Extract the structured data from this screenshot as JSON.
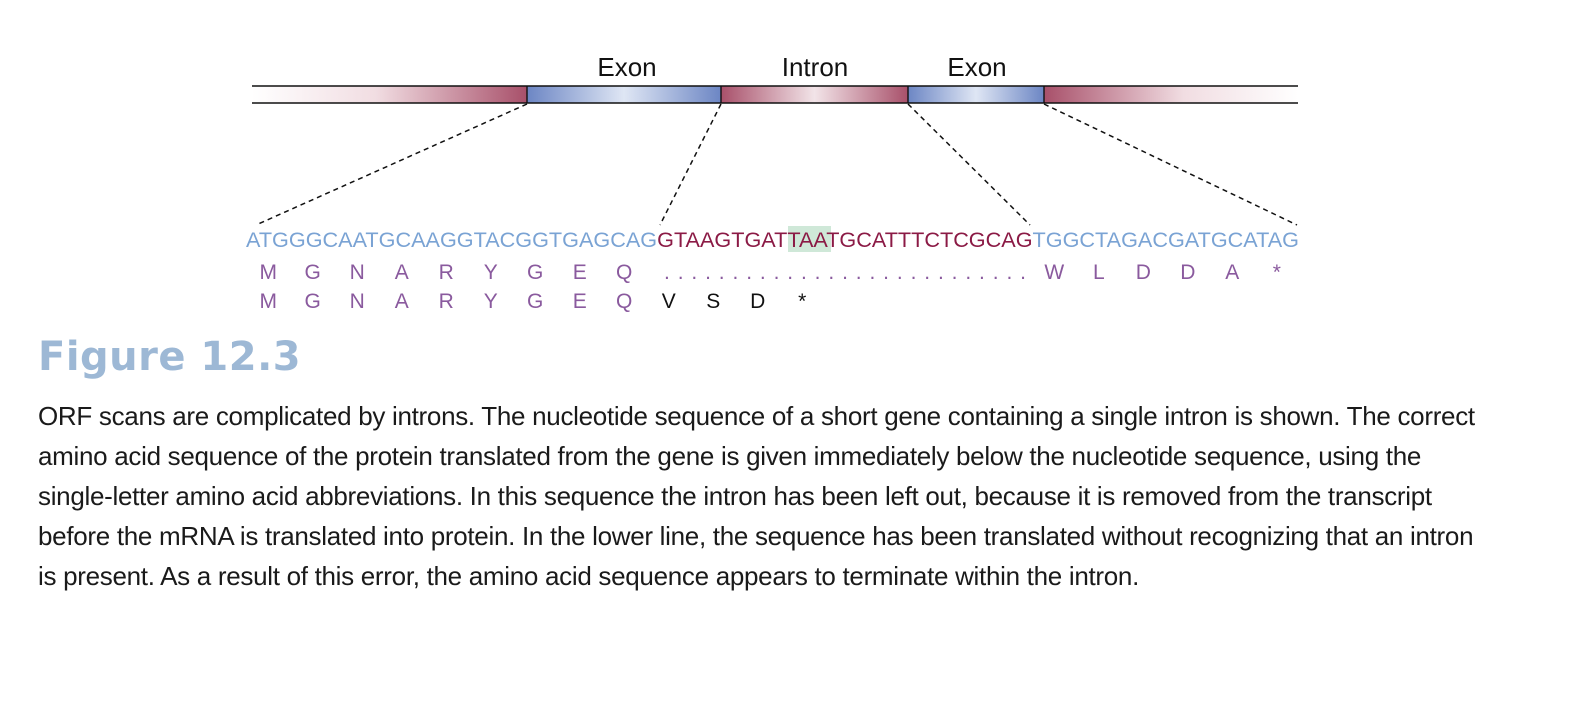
{
  "figure": {
    "gene_map": {
      "region_labels": [
        "Exon",
        "Intron",
        "Exon"
      ]
    },
    "sequence": {
      "exon1": "ATGGGCAATGCAAGGTACGGTGAGCAG",
      "intron_before_stop": "GTAAGTGAT",
      "stop_codon": "TAA",
      "intron_after_stop": "TGCATTTCTCGCAG",
      "exon2": "TGGCTAGACGATGCATAG"
    },
    "translations": {
      "correct_exon1": [
        "M",
        "G",
        "N",
        "A",
        "R",
        "Y",
        "G",
        "E",
        "Q"
      ],
      "intron_gap": "...........................",
      "correct_exon2": [
        "W",
        "L",
        "D",
        "D",
        "A",
        "*"
      ],
      "uncorrected_exon1": [
        "M",
        "G",
        "N",
        "A",
        "R",
        "Y",
        "G",
        "E",
        "Q"
      ],
      "uncorrected_intron": [
        "V",
        "S",
        "D",
        "*"
      ]
    },
    "colors": {
      "exon_text": "#7aa3d4",
      "intron_text": "#8b1a45",
      "amino_acid": "#8a5a9e",
      "misread_amino_acid": "#111111",
      "stop_highlight": "#cfe8d8",
      "exon_band": "#6c86c4",
      "intron_band": "#a8506a"
    }
  },
  "caption": {
    "figure_label": "Figure 12.3",
    "text": "ORF scans are complicated by introns. The nucleotide sequence of a short gene containing a single intron is shown. The correct amino acid sequence of the protein translated from the gene is given immediately below the nucleotide sequence, using the single-letter amino acid abbreviations. In this sequence the intron has been left out, because it is removed from the transcript before the mRNA is translated into protein. In the lower line, the sequence has been translated without recognizing that an intron is present. As a result of this error, the amino acid sequence appears to terminate within the intron."
  }
}
